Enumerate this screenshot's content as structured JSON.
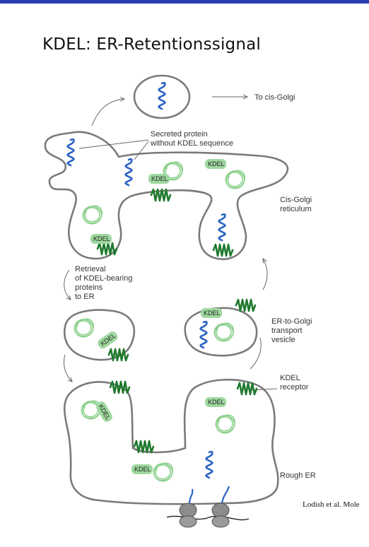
{
  "title": "KDEL: ER-Retentionssignal",
  "labels": {
    "to_golgi": "To cis-Golgi",
    "secreted_line1": "Secreted protein",
    "secreted_line2": "without KDEL sequence",
    "cis_golgi_line1": "Cis-Golgi",
    "cis_golgi_line2": "reticulum",
    "retrieval_line1": "Retrieval",
    "retrieval_line2": "of KDEL-bearing",
    "retrieval_line3": "proteins",
    "retrieval_line4": "to ER",
    "ergolgi_line1": "ER-to-Golgi",
    "ergolgi_line2": "transport",
    "ergolgi_line3": "vesicle",
    "receptor_line1": "KDEL",
    "receptor_line2": "receptor",
    "rough_er": "Rough ER",
    "kdel_tag": "KDEL"
  },
  "credit": "Lodish et al. Mole",
  "colors": {
    "membrane": "#7a7a7a",
    "secreted_protein": "#2a63c4",
    "kdel_protein": "#8bd08b",
    "kdel_tag_bg": "#9fd89f",
    "receptor": "#1f7a2e",
    "ribosome": "#8c8c8c"
  }
}
